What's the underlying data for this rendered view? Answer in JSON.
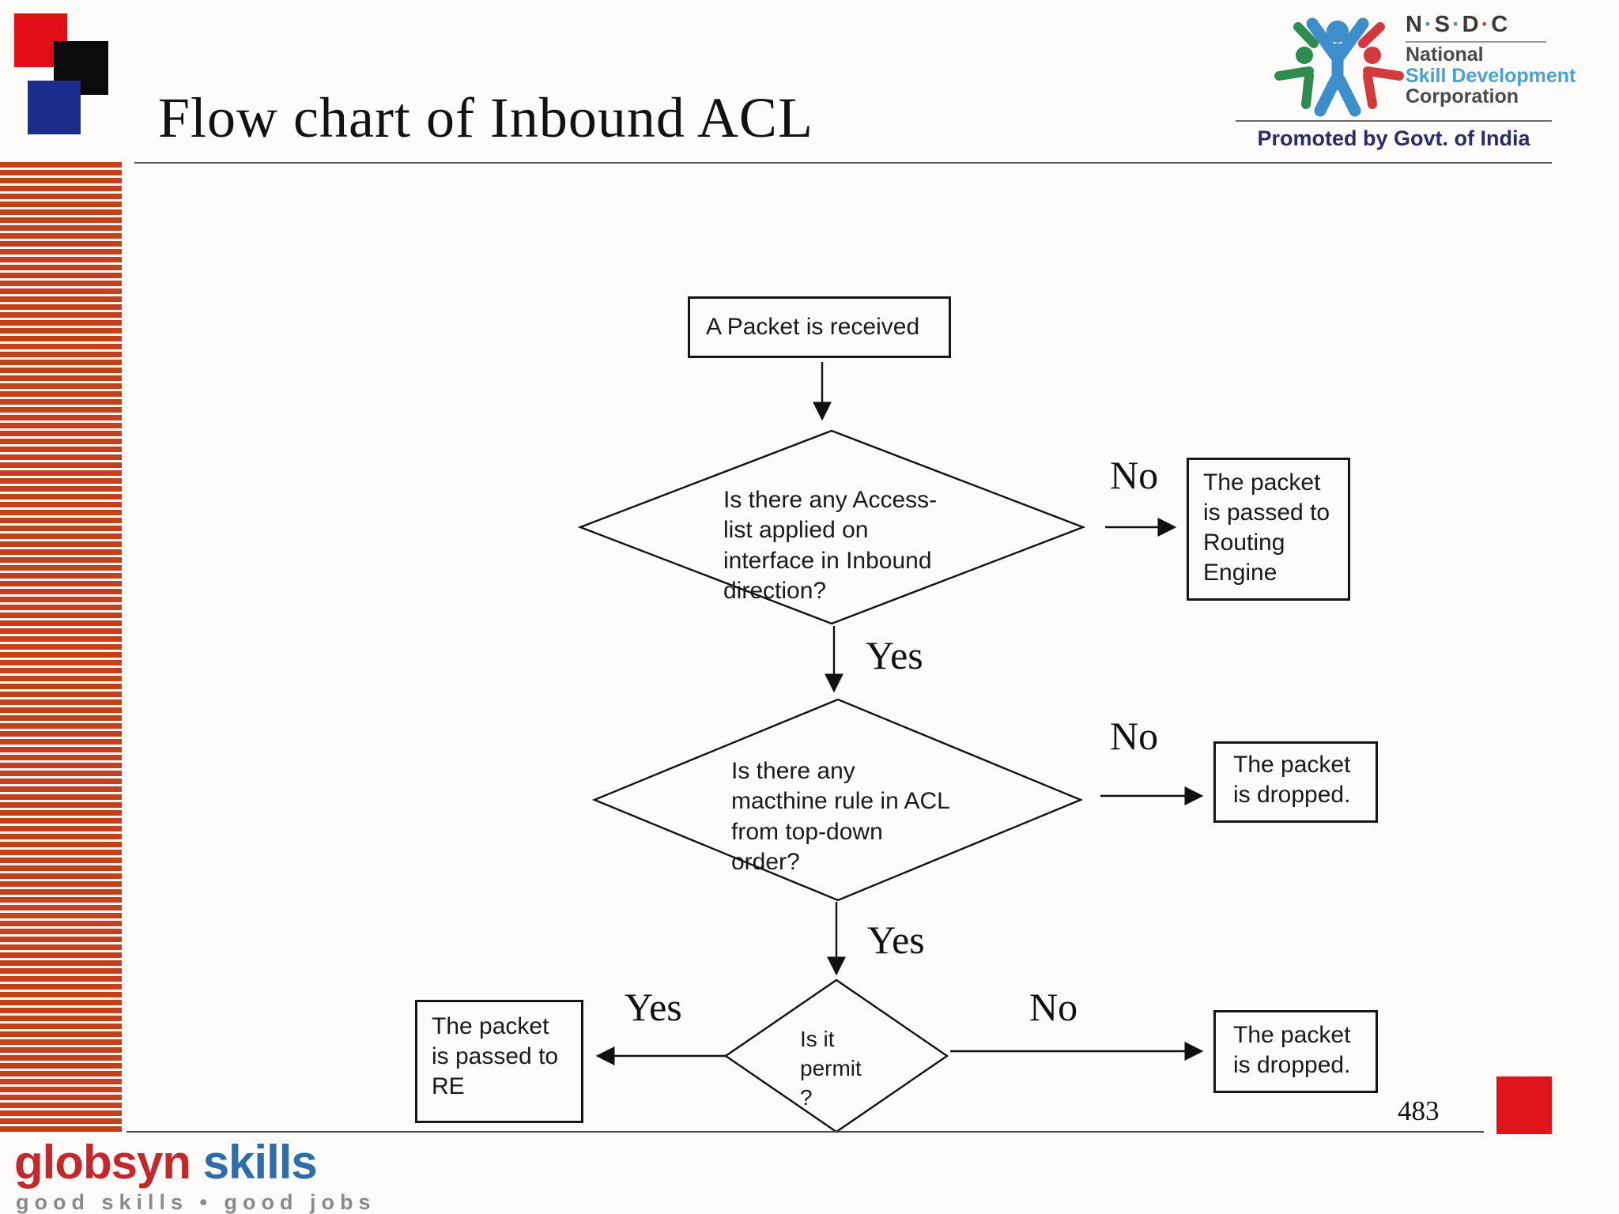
{
  "header": {
    "title": "Flow chart of Inbound ACL",
    "page_number": "483"
  },
  "nsdc_logo": {
    "letters": [
      "N",
      "S",
      "D",
      "C"
    ],
    "dot": "·",
    "name_line1": "National",
    "name_line2": "Skill Development",
    "name_line3": "Corporation",
    "promoted": "Promoted by Govt. of India"
  },
  "flow": {
    "nodes": {
      "start": "A Packet is received",
      "decision1": "Is there any Access-\nlist applied on\ninterface in Inbound\ndirection?",
      "routing_engine": "The packet\nis passed to\nRouting\nEngine",
      "decision2": "Is there any\nmacthine rule in ACL\nfrom top-down\norder?",
      "dropped1": "The packet\nis dropped.",
      "decision3": "Is it\npermit\n?",
      "passed_re": "The packet\nis passed to\nRE",
      "dropped2": "The packet\nis dropped."
    },
    "labels": {
      "no1": "No",
      "yes1": "Yes",
      "no2": "No",
      "yes2": "Yes",
      "yes3": "Yes",
      "no3": "No"
    }
  },
  "footer": {
    "brand_left": "globsyn",
    "brand_right": "skills",
    "tagline": "good skills • good jobs"
  },
  "colors": {
    "stripe_bar": "#c2411a",
    "square_red": "#e00f16",
    "square_black": "#0b0b0b",
    "square_blue": "#1b2c8c",
    "bottom_square_red": "#e0141b",
    "brand_red": "#c3282d",
    "brand_blue": "#2e6ea8",
    "nsdc_blue": "#3e8ecc",
    "nsdc_green": "#2f8c4f",
    "nsdc_red": "#d23a3e",
    "nsdc_skill_blue": "#4ba0d4",
    "promoted_navy": "#2b2b66"
  }
}
